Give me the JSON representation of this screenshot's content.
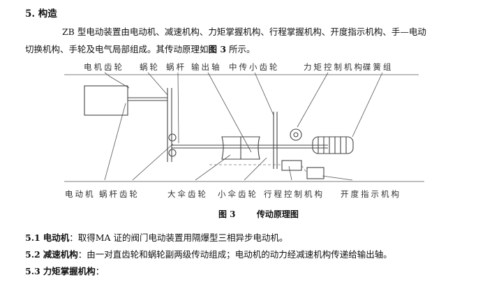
{
  "section": {
    "number": "5.",
    "title": "构造"
  },
  "intro": {
    "line1": "ZB 型电动装置由电动机、减速机构、力矩掌握机构、行程掌握机构、开度指示机构、手—电动",
    "line2_a": "切换机构、手轮及电气局部组成。其传动原理如",
    "line2_ref": "图 3",
    "line2_b": " 所示。"
  },
  "figure": {
    "top_labels": [
      "电机齿轮",
      "蜗轮",
      "蜗杆",
      "输出轴",
      "中传小齿轮",
      "力矩控制机构",
      "碟簧组"
    ],
    "bottom_labels": [
      "电动机",
      "蜗杆齿轮",
      "大伞齿轮",
      "小伞齿轮",
      "行程控制机构",
      "开度指示机构"
    ],
    "caption_num": "图 3",
    "caption_text": "传动原理图"
  },
  "items": [
    {
      "num": "5.1",
      "title": "电动机",
      "text": "：取得MA 证的阀门电动装置用隔爆型三相异步电动机。"
    },
    {
      "num": "5.2",
      "title": "减速机构",
      "text": "：由一对直齿轮和蜗轮副两级传动组成；电动机的动力经减速机构传递给输出轴。"
    },
    {
      "num": "5.3",
      "title": "力矩掌握机构",
      "text": "："
    }
  ]
}
